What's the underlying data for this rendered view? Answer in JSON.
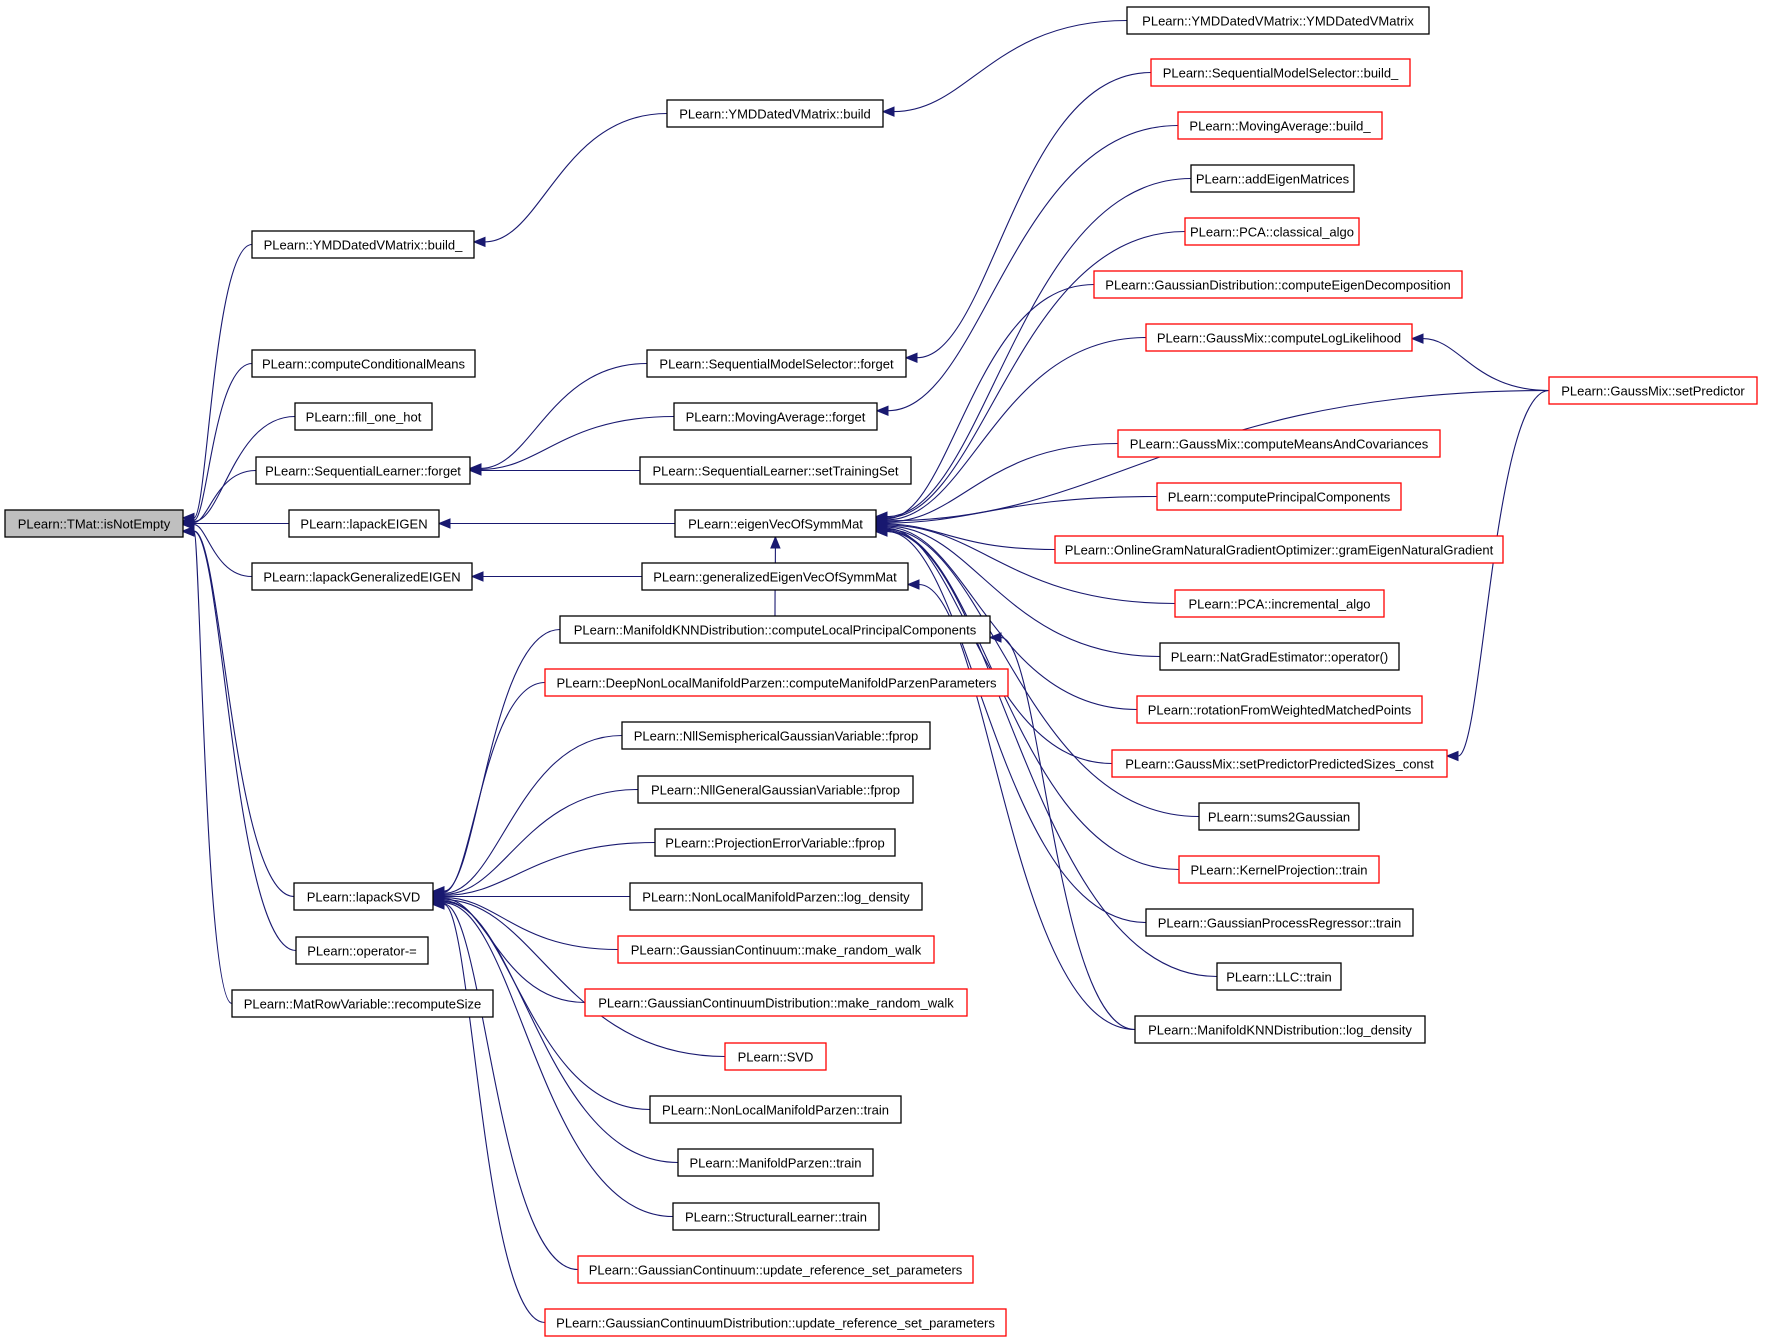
{
  "graph": {
    "root": "n0",
    "nodes": [
      {
        "id": "n0",
        "label": "PLearn::TMat::isNotEmpty",
        "style": "root"
      },
      {
        "id": "n1",
        "label": "PLearn::YMDDatedVMatrix::build_",
        "style": "black"
      },
      {
        "id": "n2",
        "label": "PLearn::YMDDatedVMatrix::build",
        "style": "black"
      },
      {
        "id": "n3",
        "label": "PLearn::YMDDatedVMatrix::YMDDatedVMatrix",
        "style": "black"
      },
      {
        "id": "n4",
        "label": "PLearn::computeConditionalMeans",
        "style": "black"
      },
      {
        "id": "n5",
        "label": "PLearn::fill_one_hot",
        "style": "black"
      },
      {
        "id": "n6",
        "label": "PLearn::SequentialLearner::forget",
        "style": "black"
      },
      {
        "id": "n7",
        "label": "PLearn::SequentialModelSelector::forget",
        "style": "black"
      },
      {
        "id": "n8",
        "label": "PLearn::SequentialModelSelector::build_",
        "style": "red"
      },
      {
        "id": "n9",
        "label": "PLearn::MovingAverage::forget",
        "style": "black"
      },
      {
        "id": "n10",
        "label": "PLearn::MovingAverage::build_",
        "style": "red"
      },
      {
        "id": "n11",
        "label": "PLearn::SequentialLearner::setTrainingSet",
        "style": "black"
      },
      {
        "id": "n12",
        "label": "PLearn::lapackEIGEN",
        "style": "black"
      },
      {
        "id": "n13",
        "label": "PLearn::eigenVecOfSymmMat",
        "style": "black"
      },
      {
        "id": "n14",
        "label": "PLearn::lapackGeneralizedEIGEN",
        "style": "black"
      },
      {
        "id": "n15",
        "label": "PLearn::generalizedEigenVecOfSymmMat",
        "style": "black"
      },
      {
        "id": "n16",
        "label": "PLearn::lapackSVD",
        "style": "black"
      },
      {
        "id": "n17",
        "label": "PLearn::operator-=",
        "style": "black"
      },
      {
        "id": "n18",
        "label": "PLearn::MatRowVariable::recomputeSize",
        "style": "black"
      },
      {
        "id": "n19",
        "label": "PLearn::addEigenMatrices",
        "style": "black"
      },
      {
        "id": "n20",
        "label": "PLearn::PCA::classical_algo",
        "style": "red"
      },
      {
        "id": "n21",
        "label": "PLearn::GaussianDistribution::computeEigenDecomposition",
        "style": "red"
      },
      {
        "id": "n22",
        "label": "PLearn::GaussMix::computeLogLikelihood",
        "style": "red"
      },
      {
        "id": "n23",
        "label": "PLearn::GaussMix::setPredictor",
        "style": "red"
      },
      {
        "id": "n24",
        "label": "PLearn::GaussMix::computeMeansAndCovariances",
        "style": "red"
      },
      {
        "id": "n25",
        "label": "PLearn::computePrincipalComponents",
        "style": "red"
      },
      {
        "id": "n26",
        "label": "PLearn::OnlineGramNaturalGradientOptimizer::gramEigenNaturalGradient",
        "style": "red"
      },
      {
        "id": "n27",
        "label": "PLearn::PCA::incremental_algo",
        "style": "red"
      },
      {
        "id": "n28",
        "label": "PLearn::NatGradEstimator::operator()",
        "style": "black"
      },
      {
        "id": "n29",
        "label": "PLearn::rotationFromWeightedMatchedPoints",
        "style": "red"
      },
      {
        "id": "n30",
        "label": "PLearn::GaussMix::setPredictorPredictedSizes_const",
        "style": "red"
      },
      {
        "id": "n31",
        "label": "PLearn::sums2Gaussian",
        "style": "black"
      },
      {
        "id": "n32",
        "label": "PLearn::KernelProjection::train",
        "style": "red"
      },
      {
        "id": "n33",
        "label": "PLearn::GaussianProcessRegressor::train",
        "style": "black"
      },
      {
        "id": "n34",
        "label": "PLearn::LLC::train",
        "style": "black"
      },
      {
        "id": "n35",
        "label": "PLearn::ManifoldKNNDistribution::log_density",
        "style": "black"
      },
      {
        "id": "n36",
        "label": "PLearn::ManifoldKNNDistribution::computeLocalPrincipalComponents",
        "style": "black"
      },
      {
        "id": "n37",
        "label": "PLearn::DeepNonLocalManifoldParzen::computeManifoldParzenParameters",
        "style": "red"
      },
      {
        "id": "n38",
        "label": "PLearn::NllSemisphericalGaussianVariable::fprop",
        "style": "black"
      },
      {
        "id": "n39",
        "label": "PLearn::NllGeneralGaussianVariable::fprop",
        "style": "black"
      },
      {
        "id": "n40",
        "label": "PLearn::ProjectionErrorVariable::fprop",
        "style": "black"
      },
      {
        "id": "n41",
        "label": "PLearn::NonLocalManifoldParzen::log_density",
        "style": "black"
      },
      {
        "id": "n42",
        "label": "PLearn::GaussianContinuum::make_random_walk",
        "style": "red"
      },
      {
        "id": "n43",
        "label": "PLearn::GaussianContinuumDistribution::make_random_walk",
        "style": "red"
      },
      {
        "id": "n44",
        "label": "PLearn::SVD",
        "style": "red"
      },
      {
        "id": "n45",
        "label": "PLearn::NonLocalManifoldParzen::train",
        "style": "black"
      },
      {
        "id": "n46",
        "label": "PLearn::ManifoldParzen::train",
        "style": "black"
      },
      {
        "id": "n47",
        "label": "PLearn::StructuralLearner::train",
        "style": "black"
      },
      {
        "id": "n48",
        "label": "PLearn::GaussianContinuum::update_reference_set_parameters",
        "style": "red"
      },
      {
        "id": "n49",
        "label": "PLearn::GaussianContinuumDistribution::update_reference_set_parameters",
        "style": "red"
      }
    ],
    "edges": [
      {
        "from": "n1",
        "to": "n0"
      },
      {
        "from": "n4",
        "to": "n0"
      },
      {
        "from": "n5",
        "to": "n0"
      },
      {
        "from": "n6",
        "to": "n0"
      },
      {
        "from": "n12",
        "to": "n0"
      },
      {
        "from": "n14",
        "to": "n0"
      },
      {
        "from": "n16",
        "to": "n0"
      },
      {
        "from": "n17",
        "to": "n0"
      },
      {
        "from": "n18",
        "to": "n0"
      },
      {
        "from": "n2",
        "to": "n1"
      },
      {
        "from": "n3",
        "to": "n2"
      },
      {
        "from": "n7",
        "to": "n6"
      },
      {
        "from": "n9",
        "to": "n6"
      },
      {
        "from": "n11",
        "to": "n6"
      },
      {
        "from": "n8",
        "to": "n7"
      },
      {
        "from": "n10",
        "to": "n9"
      },
      {
        "from": "n13",
        "to": "n12"
      },
      {
        "from": "n15",
        "to": "n14"
      },
      {
        "from": "n19",
        "to": "n13"
      },
      {
        "from": "n20",
        "to": "n13"
      },
      {
        "from": "n21",
        "to": "n13"
      },
      {
        "from": "n22",
        "to": "n13"
      },
      {
        "from": "n23",
        "to": "n13"
      },
      {
        "from": "n24",
        "to": "n13"
      },
      {
        "from": "n25",
        "to": "n13"
      },
      {
        "from": "n26",
        "to": "n13"
      },
      {
        "from": "n27",
        "to": "n13"
      },
      {
        "from": "n28",
        "to": "n13"
      },
      {
        "from": "n29",
        "to": "n13"
      },
      {
        "from": "n30",
        "to": "n13"
      },
      {
        "from": "n31",
        "to": "n13"
      },
      {
        "from": "n32",
        "to": "n13"
      },
      {
        "from": "n33",
        "to": "n13"
      },
      {
        "from": "n34",
        "to": "n13"
      },
      {
        "from": "n36",
        "to": "n13"
      },
      {
        "from": "n23",
        "to": "n22"
      },
      {
        "from": "n23",
        "to": "n30"
      },
      {
        "from": "n35",
        "to": "n15"
      },
      {
        "from": "n35",
        "to": "n36"
      },
      {
        "from": "n36",
        "to": "n16"
      },
      {
        "from": "n37",
        "to": "n16"
      },
      {
        "from": "n38",
        "to": "n16"
      },
      {
        "from": "n39",
        "to": "n16"
      },
      {
        "from": "n40",
        "to": "n16"
      },
      {
        "from": "n41",
        "to": "n16"
      },
      {
        "from": "n42",
        "to": "n16"
      },
      {
        "from": "n43",
        "to": "n16"
      },
      {
        "from": "n44",
        "to": "n16"
      },
      {
        "from": "n45",
        "to": "n16"
      },
      {
        "from": "n46",
        "to": "n16"
      },
      {
        "from": "n47",
        "to": "n16"
      },
      {
        "from": "n48",
        "to": "n16"
      },
      {
        "from": "n49",
        "to": "n16"
      }
    ]
  },
  "colors": {
    "edge": "#191970",
    "node_border_default": "#000000",
    "node_border_link": "#ff0000",
    "root_fill": "#bfbfbf",
    "background": "#ffffff"
  }
}
